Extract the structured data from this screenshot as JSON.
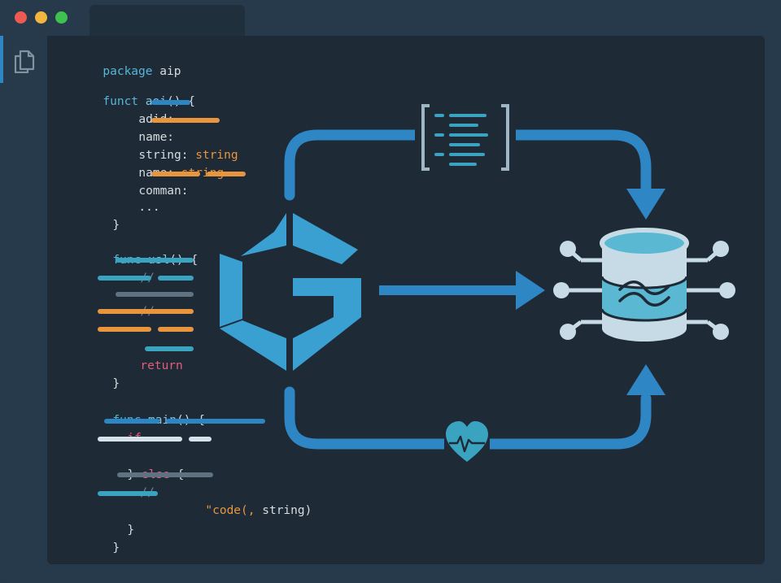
{
  "window": {
    "traffic_lights": {
      "close": "#ee5a52",
      "minimize": "#f4b63f",
      "maximize": "#3fc14f"
    },
    "sidebar_icon": "files-icon"
  },
  "code": {
    "package_kw": "package",
    "package_name": "aip",
    "func1_kw": "funct",
    "func1_name": "aoi",
    "func1_parens": "() {",
    "field1": "adid:",
    "field2": "name:",
    "field3_key": "string:",
    "field3_val": "string",
    "field4_key": "name:",
    "field4_val": "string",
    "field5": "comman:",
    "ellipsis": "...",
    "close1": "}",
    "func2_kw": "func",
    "func2_name": "usl",
    "func2_parens": "() {",
    "comment_mark": "//",
    "return_kw": "return",
    "close2": "}",
    "func3_kw": "func",
    "func3_name": "main",
    "func3_parens": "() {",
    "if_kw": "if",
    "close_brace": "}",
    "else_kw": "else",
    "open_brace": "{",
    "code_str": "\"code(,",
    "code_type": "string)",
    "close3": "}",
    "close4": "}"
  },
  "diagram": {
    "icons": [
      "document-brackets-icon",
      "go-logo-icon",
      "database-icon",
      "heartbeat-icon"
    ],
    "colors": {
      "flow": "#2f86c5",
      "logo": "#3a9fd1",
      "db_teal": "#5ab8d2",
      "db_light": "#c7dbe6"
    }
  }
}
